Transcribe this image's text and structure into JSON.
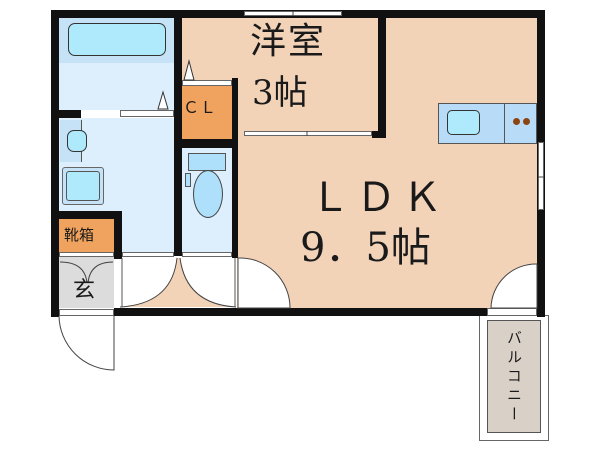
{
  "floor_plan": {
    "rooms": {
      "western_room": {
        "name": "洋室",
        "size": "3帖"
      },
      "ldk": {
        "name": "ＬＤＫ",
        "size": "9．5帖"
      },
      "closet": {
        "name": "ＣＬ"
      },
      "shoe_cabinet": {
        "name": "靴箱"
      },
      "entrance": {
        "name": "玄"
      },
      "balcony": {
        "name": "バルコニー"
      }
    },
    "colors": {
      "wall": "#111111",
      "living_floor": "#f2d3b8",
      "wet_area": "#ddeefc",
      "bath_area": "#c6e2f7",
      "fixture": "#aeeafc",
      "closet": "#f0a35e",
      "entrance": "#dcdcdc",
      "balcony": "#d9d0c7"
    }
  }
}
